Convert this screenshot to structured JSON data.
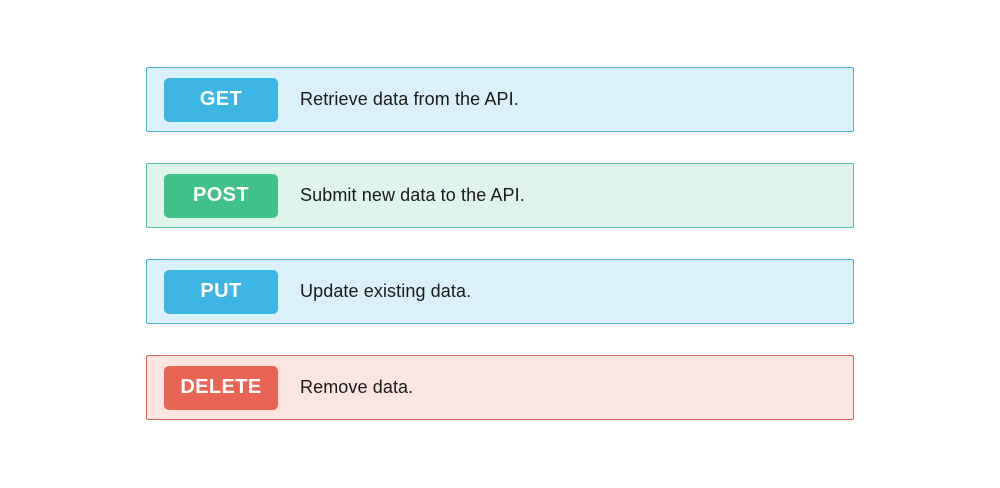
{
  "canvas": {
    "background": "#ffffff",
    "text_color": "#1a1a1a"
  },
  "rows": [
    {
      "method": "GET",
      "description": "Retrieve data from the API.",
      "badge_color": "#3eb6e3",
      "row_background": "#daf1f9",
      "border_color": "#4eb0cc",
      "badge_text_color": "#ffffff"
    },
    {
      "method": "POST",
      "description": "Submit new data to the API.",
      "badge_color": "#42c28b",
      "row_background": "#dff4ea",
      "border_color": "#52bf92",
      "badge_text_color": "#ffffff"
    },
    {
      "method": "PUT",
      "description": "Update existing data.",
      "badge_color": "#3eb6e3",
      "row_background": "#daf1f9",
      "border_color": "#4eb0cc",
      "badge_text_color": "#ffffff"
    },
    {
      "method": "DELETE",
      "description": "Remove data.",
      "badge_color": "#e96553",
      "row_background": "#fae5e1",
      "border_color": "#d96b5d",
      "badge_text_color": "#ffffff"
    }
  ]
}
